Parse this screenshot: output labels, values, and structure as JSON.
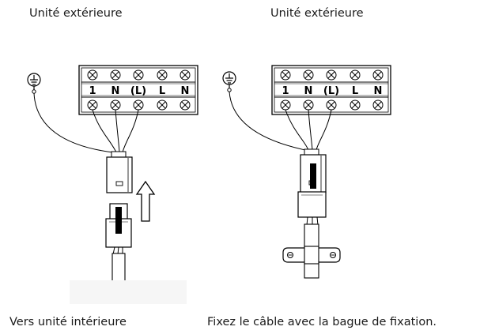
{
  "left_panel": {
    "title": "Unité extérieure",
    "caption": "Vers unité intérieure",
    "terminal_labels": [
      "1",
      "N",
      "(L)",
      "L",
      "N"
    ]
  },
  "right_panel": {
    "title": "Unité extérieure",
    "caption": "Fixez le câble avec la bague de fixation.",
    "terminal_labels": [
      "1",
      "N",
      "(L)",
      "L",
      "N"
    ]
  }
}
